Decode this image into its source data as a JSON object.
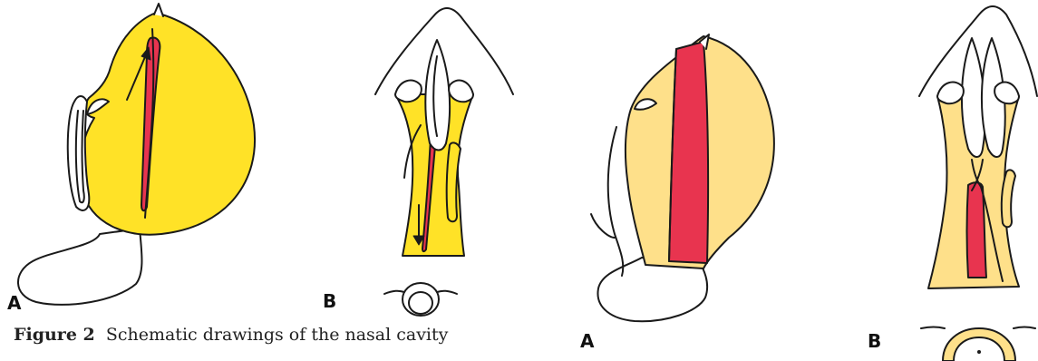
{
  "panels": {
    "left_a": "A",
    "left_b": "B",
    "right_a": "A",
    "right_b": "B"
  },
  "caption": {
    "label": "Figure 2",
    "text": "  Schematic drawings of the nasal cavity"
  },
  "colors": {
    "yellow_fill": "#FFE227",
    "pale_yellow_fill": "#FEE08A",
    "red_fill": "#E8344F",
    "outline": "#1a1a1a"
  }
}
